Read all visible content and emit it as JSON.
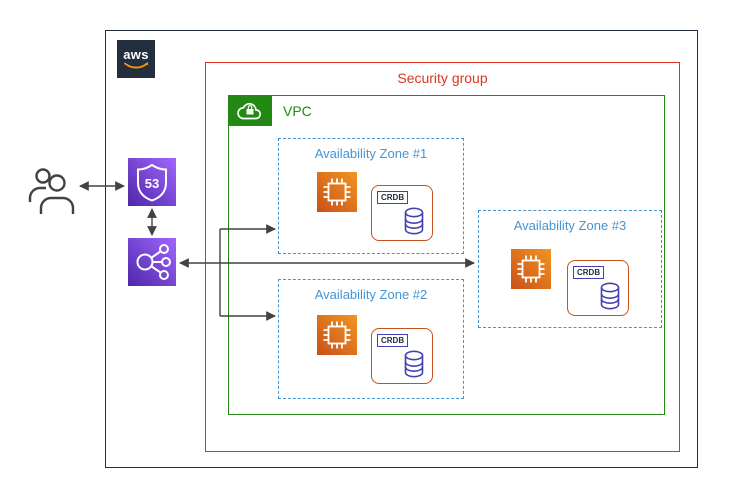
{
  "diagram": {
    "aws_cloud": {
      "logo_text": "aws"
    },
    "security_group": {
      "label": "Security group",
      "color": "#DD3522"
    },
    "vpc": {
      "label": "VPC",
      "color": "#248814"
    },
    "availability_zones": [
      {
        "label": "Availability Zone #1"
      },
      {
        "label": "Availability Zone #2"
      },
      {
        "label": "Availability Zone #3"
      }
    ],
    "crdb": {
      "label": "CRDB",
      "accent_color": "#4540B0",
      "box_color": "#C8511B"
    },
    "route53": {
      "badge": "53"
    },
    "icons": {
      "users": "users-icon",
      "route53": "route53-shield-icon",
      "load_balancer": "elastic-load-balancing-icon",
      "vpc": "vpc-cloud-lock-icon",
      "ec2": "ec2-chip-icon",
      "database": "database-cylinder-icon"
    },
    "colors": {
      "az_blue": "#4695D2",
      "security_group_red": "#DD3522",
      "vpc_green": "#248814",
      "compute_orange_start": "#C8511B",
      "compute_orange_end": "#FF9900",
      "network_purple_start": "#4D27A8",
      "network_purple_end": "#A166FF",
      "arrow_gray": "#424242",
      "aws_dark": "#232F3E",
      "aws_orange": "#FF9900"
    }
  }
}
